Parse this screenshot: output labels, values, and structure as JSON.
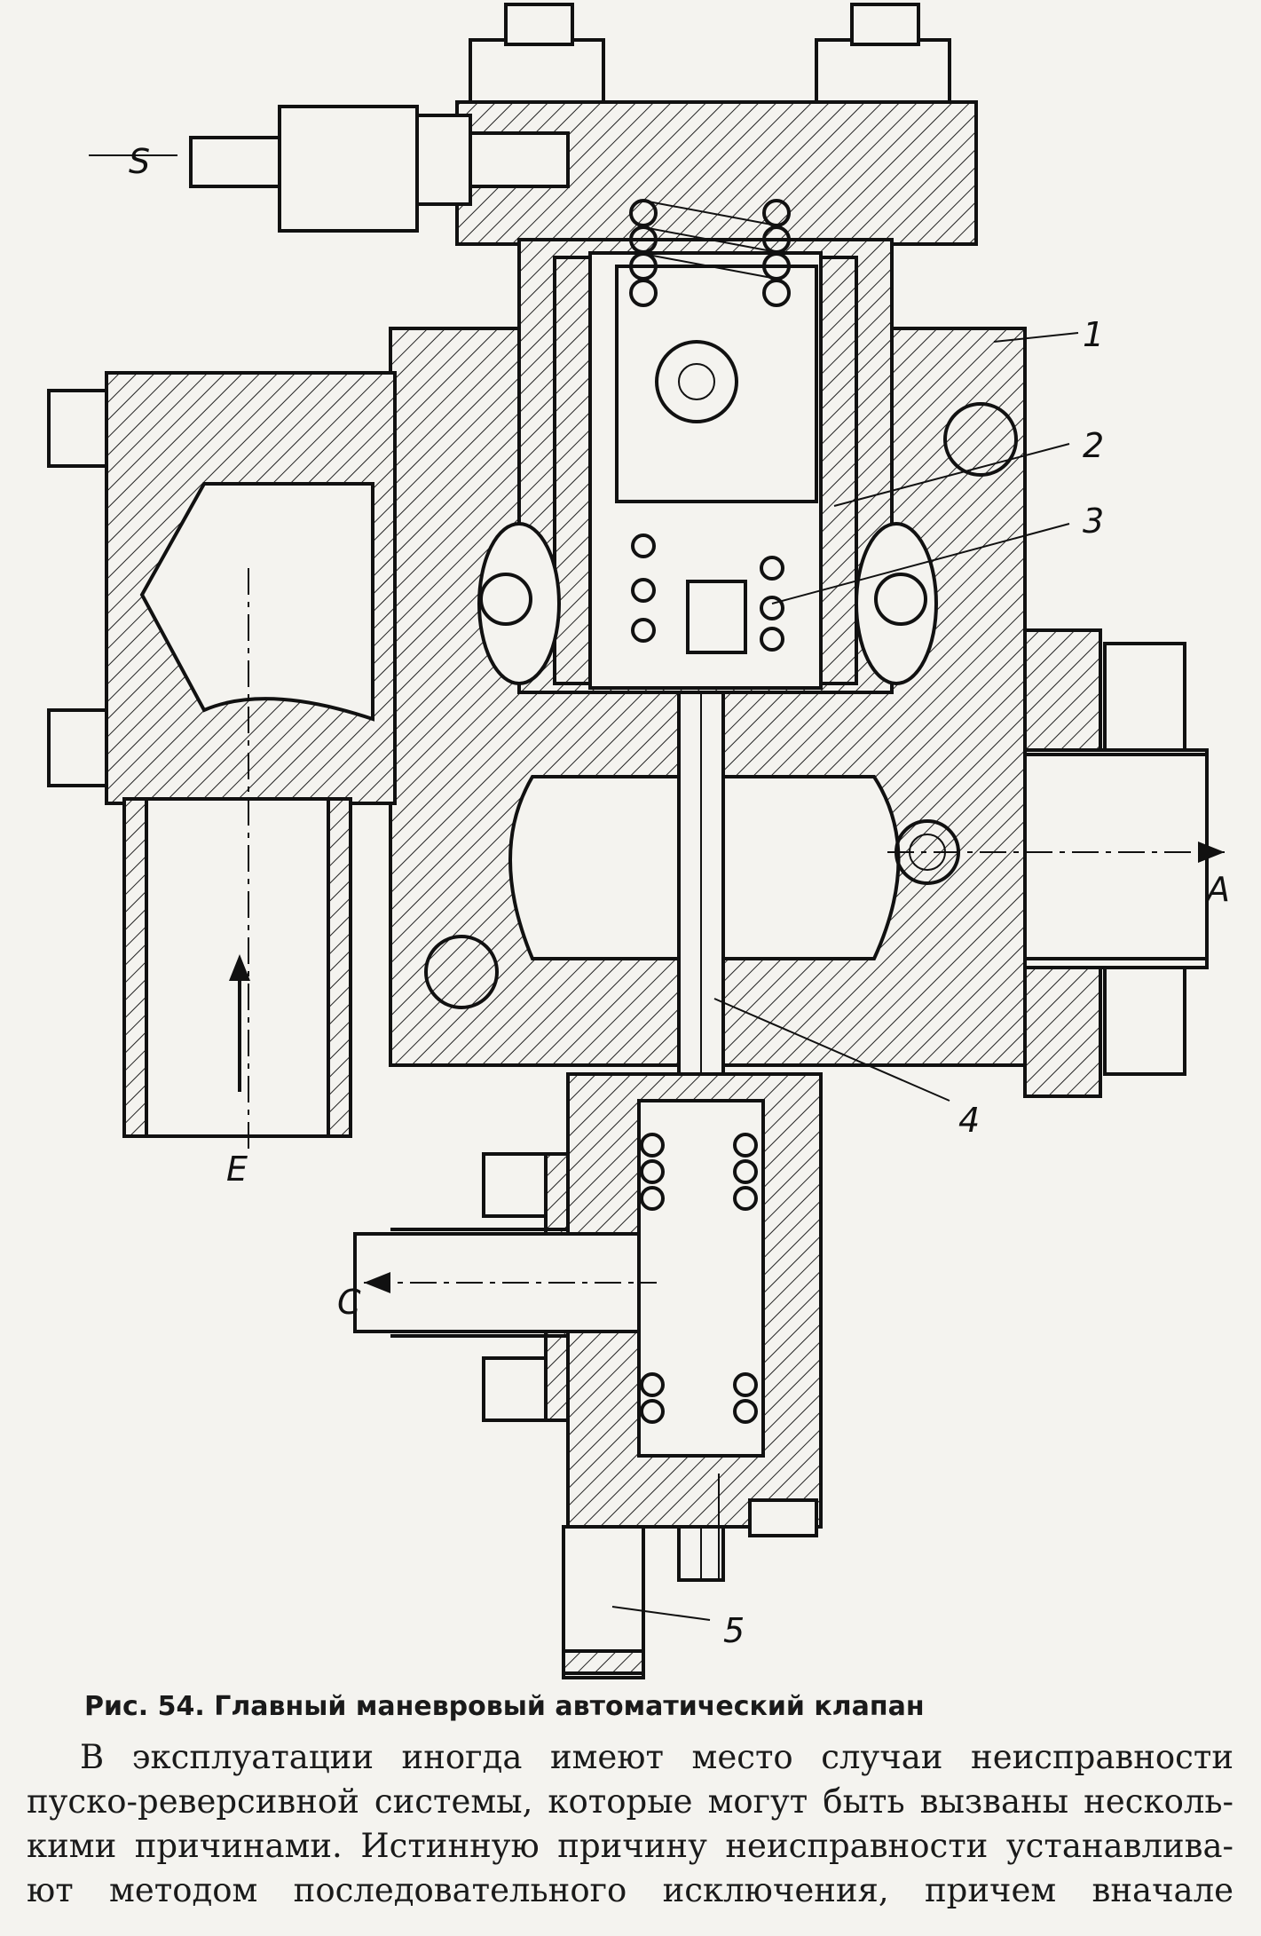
{
  "figure": {
    "labels": {
      "s": "S",
      "e": "E",
      "a": "A",
      "c": "C",
      "n1": "1",
      "n2": "2",
      "n3": "3",
      "n4": "4",
      "n5": "5"
    }
  },
  "caption": "Рис. 54. Главный маневровый автоматический клапан",
  "body": {
    "lines": [
      "В эксплуатации иногда имеют место случаи неисправности",
      "пуско-реверсивной системы, которые могут быть вызваны несколь-",
      "кими причинами. Истинную причину неисправности устанавлива-",
      "ют методом последовательного исключения, причем вначале"
    ]
  }
}
